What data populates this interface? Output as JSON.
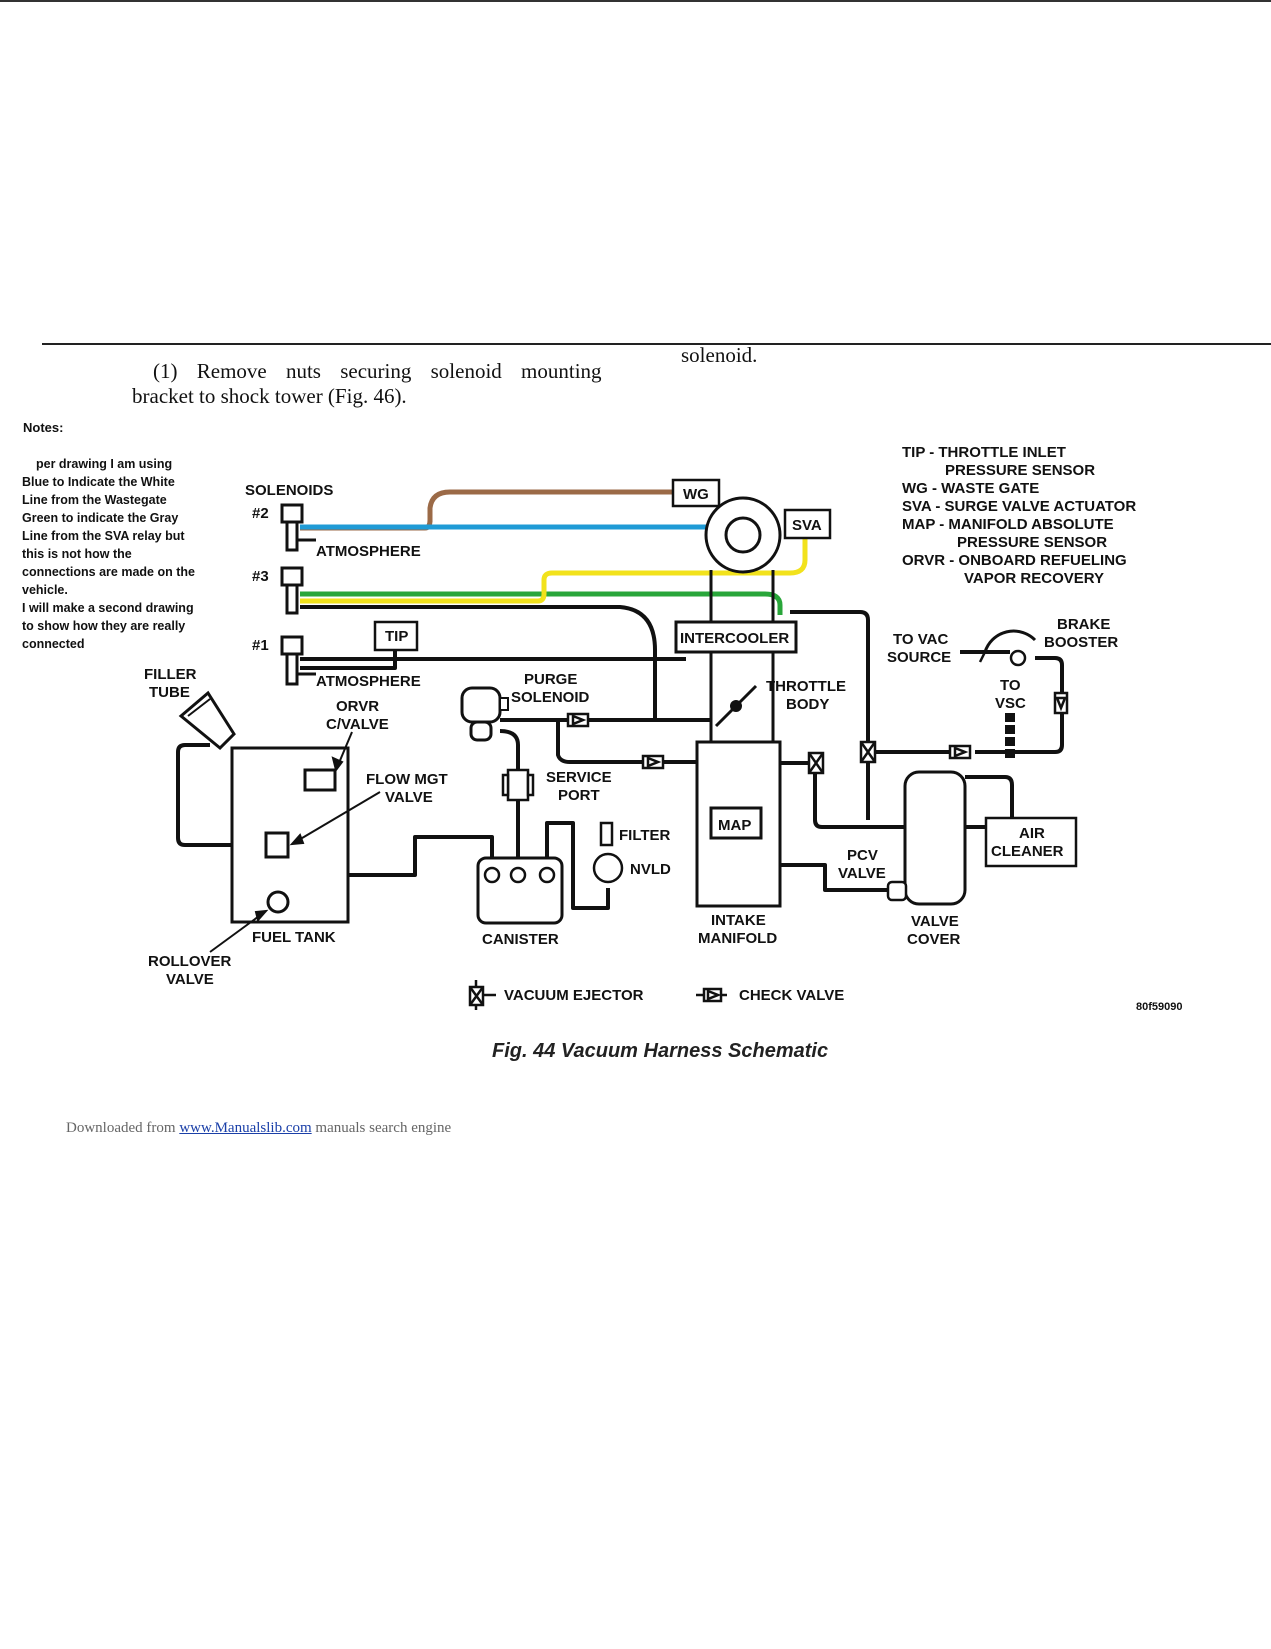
{
  "text": {
    "line1": "(1) Remove nuts securing solenoid mounting",
    "line2": "bracket to shock tower (Fig. 46).",
    "solenoid_word": "solenoid.",
    "notes_title": "Notes:",
    "notes_lines": [
      "per drawing I am using",
      "Blue to Indicate the White",
      "Line from the Wastegate",
      "Green to indicate the Gray",
      "Line from the SVA relay but",
      "this is not how the",
      "connections are made on the",
      "vehicle.",
      "I will make a second drawing",
      "to show how they are really",
      "connected"
    ],
    "caption": "Fig. 44 Vacuum Harness Schematic",
    "footer_pre": "Downloaded from",
    "footer_link": "www.Manualslib.com",
    "footer_post": "manuals search engine",
    "figure_id": "80f59090"
  },
  "labels": {
    "solenoids": "SOLENOIDS",
    "sol2": "#2",
    "sol3": "#3",
    "sol1": "#1",
    "atmosphere_top": "ATMOSPHERE",
    "atmosphere_bottom": "ATMOSPHERE",
    "tip": "TIP",
    "wg": "WG",
    "sva": "SVA",
    "intercooler": "INTERCOOLER",
    "throttle_body_1": "THROTTLE",
    "throttle_body_2": "BODY",
    "purge_1": "PURGE",
    "purge_2": "SOLENOID",
    "filler_1": "FILLER",
    "filler_2": "TUBE",
    "orvr_1": "ORVR",
    "orvr_2": "C/VALVE",
    "flow_1": "FLOW MGT",
    "flow_2": "VALVE",
    "service_1": "SERVICE",
    "service_2": "PORT",
    "filter": "FILTER",
    "nvld": "NVLD",
    "map": "MAP",
    "intake_1": "INTAKE",
    "intake_2": "MANIFOLD",
    "canister": "CANISTER",
    "fuel_tank": "FUEL TANK",
    "rollover_1": "ROLLOVER",
    "rollover_2": "VALVE",
    "pcv_1": "PCV",
    "pcv_2": "VALVE",
    "valve_cover_1": "VALVE",
    "valve_cover_2": "COVER",
    "air_1": "AIR",
    "air_2": "CLEANER",
    "vac_source_1": "TO VAC",
    "vac_source_2": "SOURCE",
    "to_vsc_1": "TO",
    "to_vsc_2": "VSC",
    "brake_1": "BRAKE",
    "brake_2": "BOOSTER",
    "vacuum_ejector": "VACUUM EJECTOR",
    "check_valve": "CHECK VALVE"
  },
  "legend": [
    {
      "abbr": "TIP",
      "line1": "TIP - THROTTLE INLET",
      "line2": "PRESSURE SENSOR"
    },
    {
      "abbr": "WG",
      "line1": "WG - WASTE GATE",
      "line2": ""
    },
    {
      "abbr": "SVA",
      "line1": "SVA - SURGE VALVE ACTUATOR",
      "line2": ""
    },
    {
      "abbr": "MAP",
      "line1": "MAP - MANIFOLD ABSOLUTE",
      "line2": "PRESSURE SENSOR"
    },
    {
      "abbr": "ORVR",
      "line1": "ORVR - ONBOARD REFUELING",
      "line2": "VAPOR RECOVERY"
    }
  ],
  "colors": {
    "wastegate_line": "#9b6a47",
    "white_line_blue": "#1f9bd6",
    "gray_line_green": "#29a63a",
    "yellow_line": "#f2e21c",
    "hose": "#111111"
  }
}
